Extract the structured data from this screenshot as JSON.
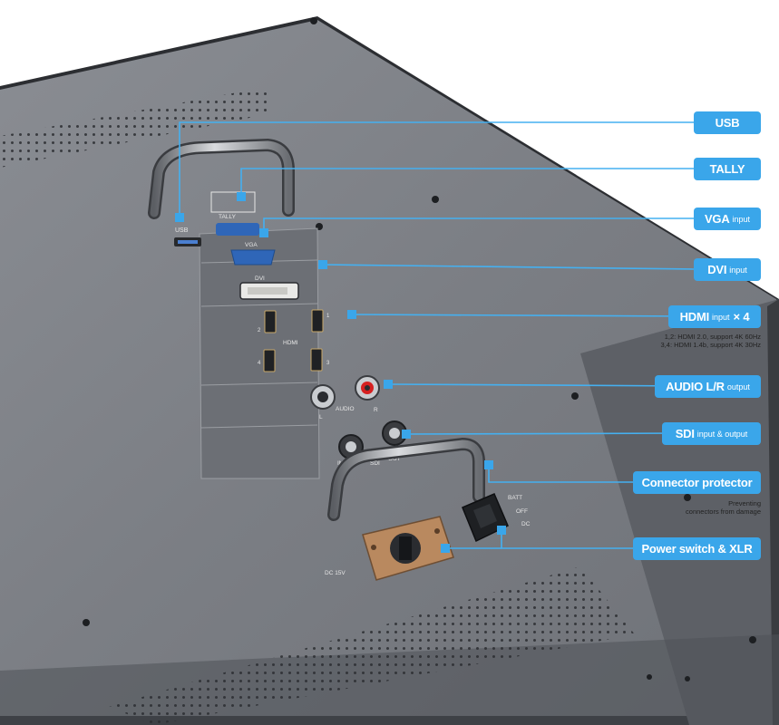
{
  "panel_labels": {
    "usb": "USB",
    "tally": "TALLY",
    "vga": "VGA",
    "dvi": "DVI",
    "hdmi": "HDMI",
    "audio": "AUDIO",
    "audio_l": "L",
    "audio_r": "R",
    "sdi_in": "IN",
    "sdi": "SDI",
    "sdi_out": "OUT",
    "batt": "BATT",
    "off": "OFF",
    "dc": "DC",
    "dc15v": "DC 15V",
    "hdmi_1": "1",
    "hdmi_2": "2",
    "hdmi_3": "3",
    "hdmi_4": "4"
  },
  "callouts": {
    "usb": {
      "title": "USB"
    },
    "tally": {
      "title": "TALLY"
    },
    "vga": {
      "title": "VGA",
      "sub": "input"
    },
    "dvi": {
      "title": "DVI",
      "sub": "input"
    },
    "hdmi": {
      "title": "HDMI",
      "sub": "input",
      "multiplier": "× 4",
      "note_line1": "1,2: HDMI 2.0, support 4K 60Hz",
      "note_line2": "3,4: HDMI 1.4b, support 4K 30Hz"
    },
    "audio": {
      "title": "AUDIO L/R",
      "sub": "output"
    },
    "sdi": {
      "title": "SDI",
      "sub": "input & output"
    },
    "protector": {
      "title": "Connector protector",
      "note_line1": "Preventing",
      "note_line2": "connectors from damage"
    },
    "power": {
      "title": "Power switch & XLR"
    }
  },
  "colors": {
    "callout_bg": "#3aa6ea",
    "leader_line": "#45b0f0",
    "panel": "#7d8086",
    "panel_dark": "#3f4247",
    "connector_blue": "#2f66b8"
  }
}
